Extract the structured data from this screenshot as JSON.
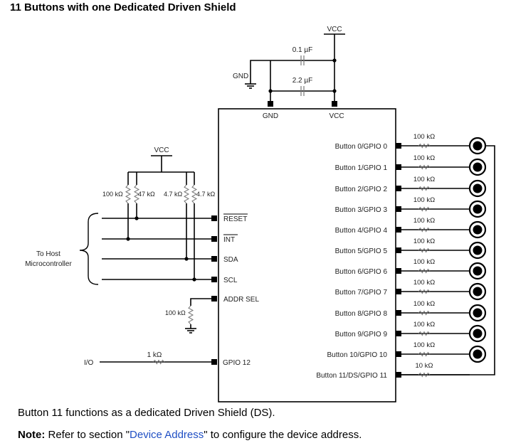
{
  "title": "11 Buttons with one Dedicated Driven Shield",
  "supply": {
    "vcc_top": "VCC",
    "vcc_left": "VCC",
    "gnd": "GND"
  },
  "caps": [
    "0.1 µF",
    "2.2 µF"
  ],
  "chip_pins": {
    "top": [
      "GND",
      "VCC"
    ],
    "left": [
      "RESET",
      "INT",
      "SDA",
      "SCL",
      "ADDR SEL",
      "GPIO 12"
    ],
    "right": [
      "Button 0/GPIO 0",
      "Button 1/GPIO 1",
      "Button 2/GPIO 2",
      "Button 3/GPIO 3",
      "Button 4/GPIO 4",
      "Button 5/GPIO 5",
      "Button 6/GPIO 6",
      "Button 7/GPIO 7",
      "Button 8/GPIO 8",
      "Button 9/GPIO 9",
      "Button 10/GPIO 10",
      "Button 11/DS/GPIO 11"
    ]
  },
  "button_resistors": [
    "100 kΩ",
    "100 kΩ",
    "100 kΩ",
    "100 kΩ",
    "100 kΩ",
    "100 kΩ",
    "100 kΩ",
    "100 kΩ",
    "100 kΩ",
    "100 kΩ",
    "100 kΩ",
    "10 kΩ"
  ],
  "pullups": [
    "100 kΩ",
    "47 kΩ",
    "4.7 kΩ",
    "4.7 kΩ"
  ],
  "addr_resistor": "100 kΩ",
  "io_resistor": "1 kΩ",
  "io_label": "I/O",
  "host_label": [
    "To Host",
    "Microcontroller"
  ],
  "caption": "Button 11 functions as a dedicated Driven Shield (DS).",
  "note": {
    "label": "Note:",
    "text_before": "Refer to section \"",
    "link": "Device Address",
    "text_after": "\" to configure the device address."
  }
}
